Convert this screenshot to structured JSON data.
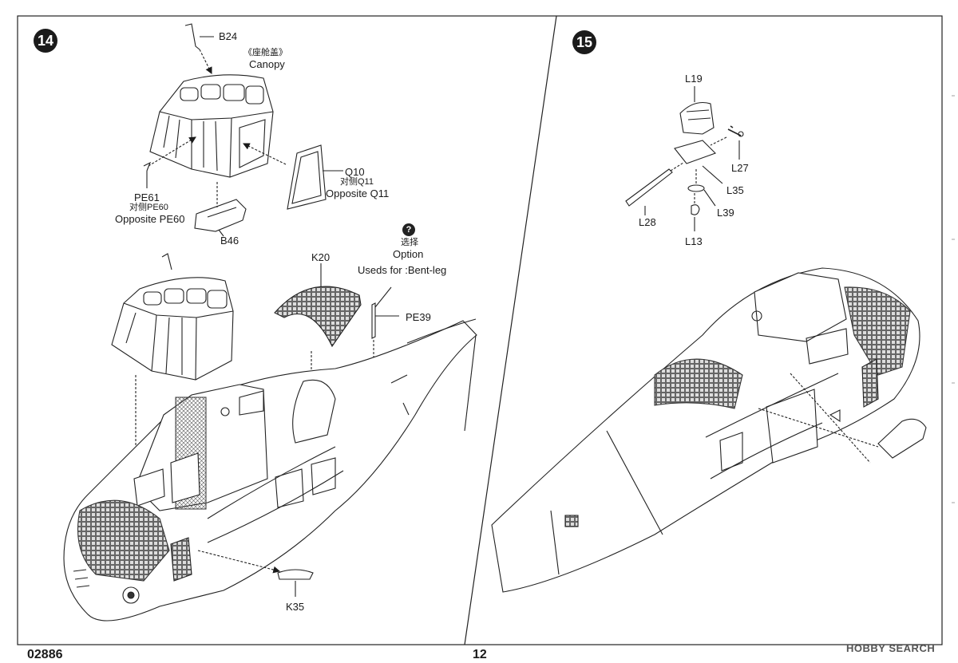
{
  "steps": [
    {
      "number": "14",
      "labels": {
        "b24": "B24",
        "canopy_cn": "《座舱盖》",
        "canopy_en": "Canopy",
        "q10": "Q10",
        "q11_cn": "对侧Q11",
        "q11_en": "Opposite Q11",
        "pe61": "PE61",
        "pe60_cn": "对侧PE60",
        "pe60_en": "Opposite PE60",
        "b46": "B46",
        "k20": "K20",
        "option_badge": "?",
        "option_cn": "选择",
        "option_en": "Option",
        "used_for": "Useds for :Bent-leg",
        "pe39": "PE39",
        "k35": "K35"
      }
    },
    {
      "number": "15",
      "labels": {
        "l19": "L19",
        "l27": "L27",
        "l35": "L35",
        "l39": "L39",
        "l28": "L28",
        "l13": "L13"
      }
    }
  ],
  "footer": {
    "code": "02886",
    "page": "12"
  },
  "watermark": "HOBBY SEARCH",
  "colors": {
    "ink": "#1a1a1a",
    "paper": "#ffffff",
    "badge": "#1b1b1b"
  }
}
